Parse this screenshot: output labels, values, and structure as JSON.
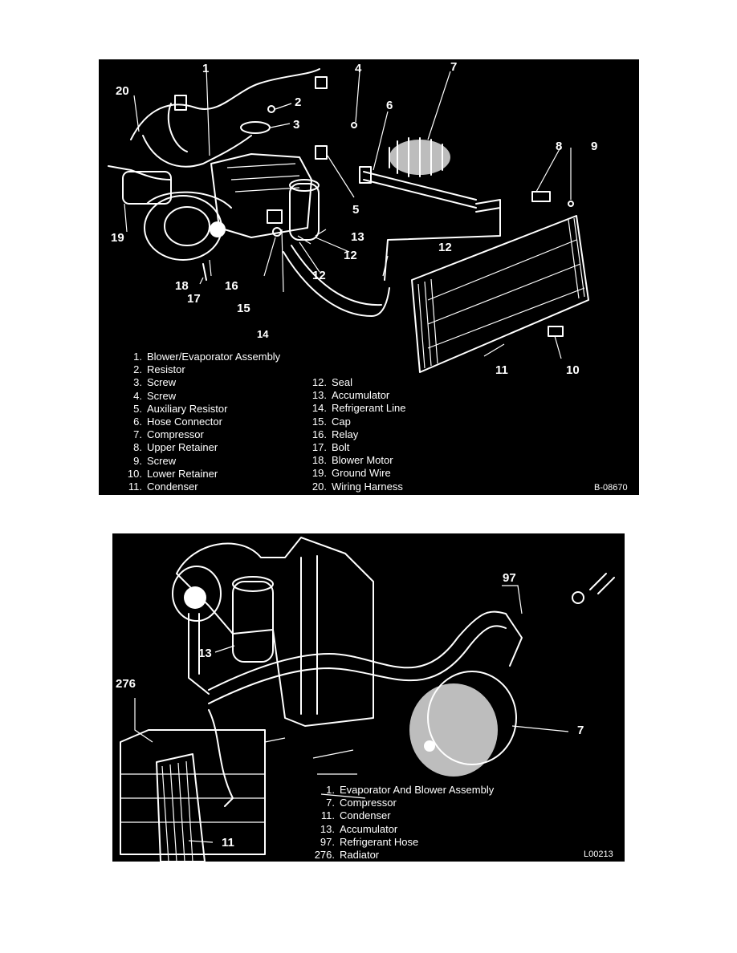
{
  "figure1": {
    "callouts": [
      "1",
      "2",
      "3",
      "4",
      "5",
      "6",
      "7",
      "8",
      "9",
      "12",
      "12",
      "13",
      "12",
      "16",
      "15",
      "14",
      "11",
      "10",
      "18",
      "17",
      "19",
      "20"
    ],
    "legend_left": [
      {
        "num": "1.",
        "label": "Blower/Evaporator Assembly"
      },
      {
        "num": "2.",
        "label": "Resistor"
      },
      {
        "num": "3.",
        "label": "Screw"
      },
      {
        "num": "4.",
        "label": "Screw"
      },
      {
        "num": "5.",
        "label": "Auxiliary Resistor"
      },
      {
        "num": "6.",
        "label": "Hose Connector"
      },
      {
        "num": "7.",
        "label": "Compressor"
      },
      {
        "num": "8.",
        "label": "Upper Retainer"
      },
      {
        "num": "9.",
        "label": "Screw"
      },
      {
        "num": "10.",
        "label": "Lower Retainer"
      },
      {
        "num": "11.",
        "label": "Condenser"
      }
    ],
    "legend_right": [
      {
        "num": "12.",
        "label": "Seal"
      },
      {
        "num": "13.",
        "label": "Accumulator"
      },
      {
        "num": "14.",
        "label": "Refrigerant Line"
      },
      {
        "num": "15.",
        "label": "Cap"
      },
      {
        "num": "16.",
        "label": "Relay"
      },
      {
        "num": "17.",
        "label": "Bolt"
      },
      {
        "num": "18.",
        "label": "Blower Motor"
      },
      {
        "num": "19.",
        "label": "Ground Wire"
      },
      {
        "num": "20.",
        "label": "Wiring Harness"
      }
    ],
    "ref_code": "B-08670"
  },
  "figure2": {
    "callouts": [
      "97",
      "13",
      "276",
      "7",
      "11"
    ],
    "legend": [
      {
        "num": "1.",
        "label": "Evaporator And Blower Assembly"
      },
      {
        "num": "7.",
        "label": "Compressor"
      },
      {
        "num": "11.",
        "label": "Condenser"
      },
      {
        "num": "13.",
        "label": "Accumulator"
      },
      {
        "num": "97.",
        "label": "Refrigerant Hose"
      },
      {
        "num": "276.",
        "label": "Radiator"
      }
    ],
    "ref_code": "L00213"
  },
  "colors": {
    "panel_bg": "#000000",
    "line_art": "#ffffff",
    "page_bg": "#ffffff"
  }
}
